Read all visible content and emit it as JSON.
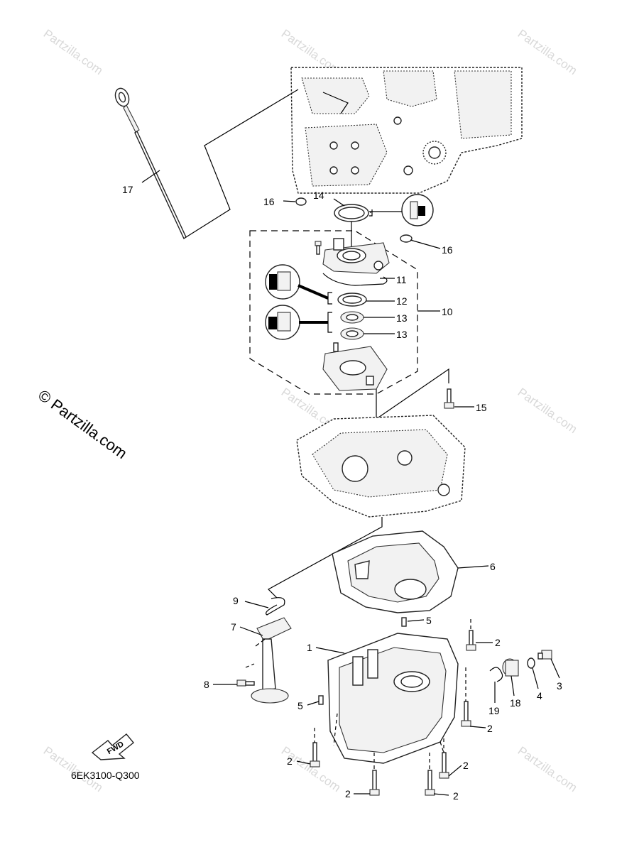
{
  "watermark": {
    "text": "Partzilla.com",
    "main_text": "© Partzilla.com"
  },
  "diagram": {
    "code": "6EK3100-Q300",
    "fwd_label": "FWD"
  },
  "callouts": [
    {
      "id": "c17",
      "label": "17"
    },
    {
      "id": "c16a",
      "label": "16"
    },
    {
      "id": "c14",
      "label": "14"
    },
    {
      "id": "c16b",
      "label": "16"
    },
    {
      "id": "c11",
      "label": "11"
    },
    {
      "id": "c12",
      "label": "12"
    },
    {
      "id": "c13a",
      "label": "13"
    },
    {
      "id": "c13b",
      "label": "13"
    },
    {
      "id": "c10",
      "label": "10"
    },
    {
      "id": "c15",
      "label": "15"
    },
    {
      "id": "c6",
      "label": "6"
    },
    {
      "id": "c9",
      "label": "9"
    },
    {
      "id": "c7",
      "label": "7"
    },
    {
      "id": "c5a",
      "label": "5"
    },
    {
      "id": "c1",
      "label": "1"
    },
    {
      "id": "c2a",
      "label": "2"
    },
    {
      "id": "c8",
      "label": "8"
    },
    {
      "id": "c5b",
      "label": "5"
    },
    {
      "id": "c19",
      "label": "19"
    },
    {
      "id": "c18",
      "label": "18"
    },
    {
      "id": "c4",
      "label": "4"
    },
    {
      "id": "c3",
      "label": "3"
    },
    {
      "id": "c2b",
      "label": "2"
    },
    {
      "id": "c2c",
      "label": "2"
    },
    {
      "id": "c2d",
      "label": "2"
    },
    {
      "id": "c2e",
      "label": "2"
    },
    {
      "id": "c2f",
      "label": "2"
    }
  ]
}
